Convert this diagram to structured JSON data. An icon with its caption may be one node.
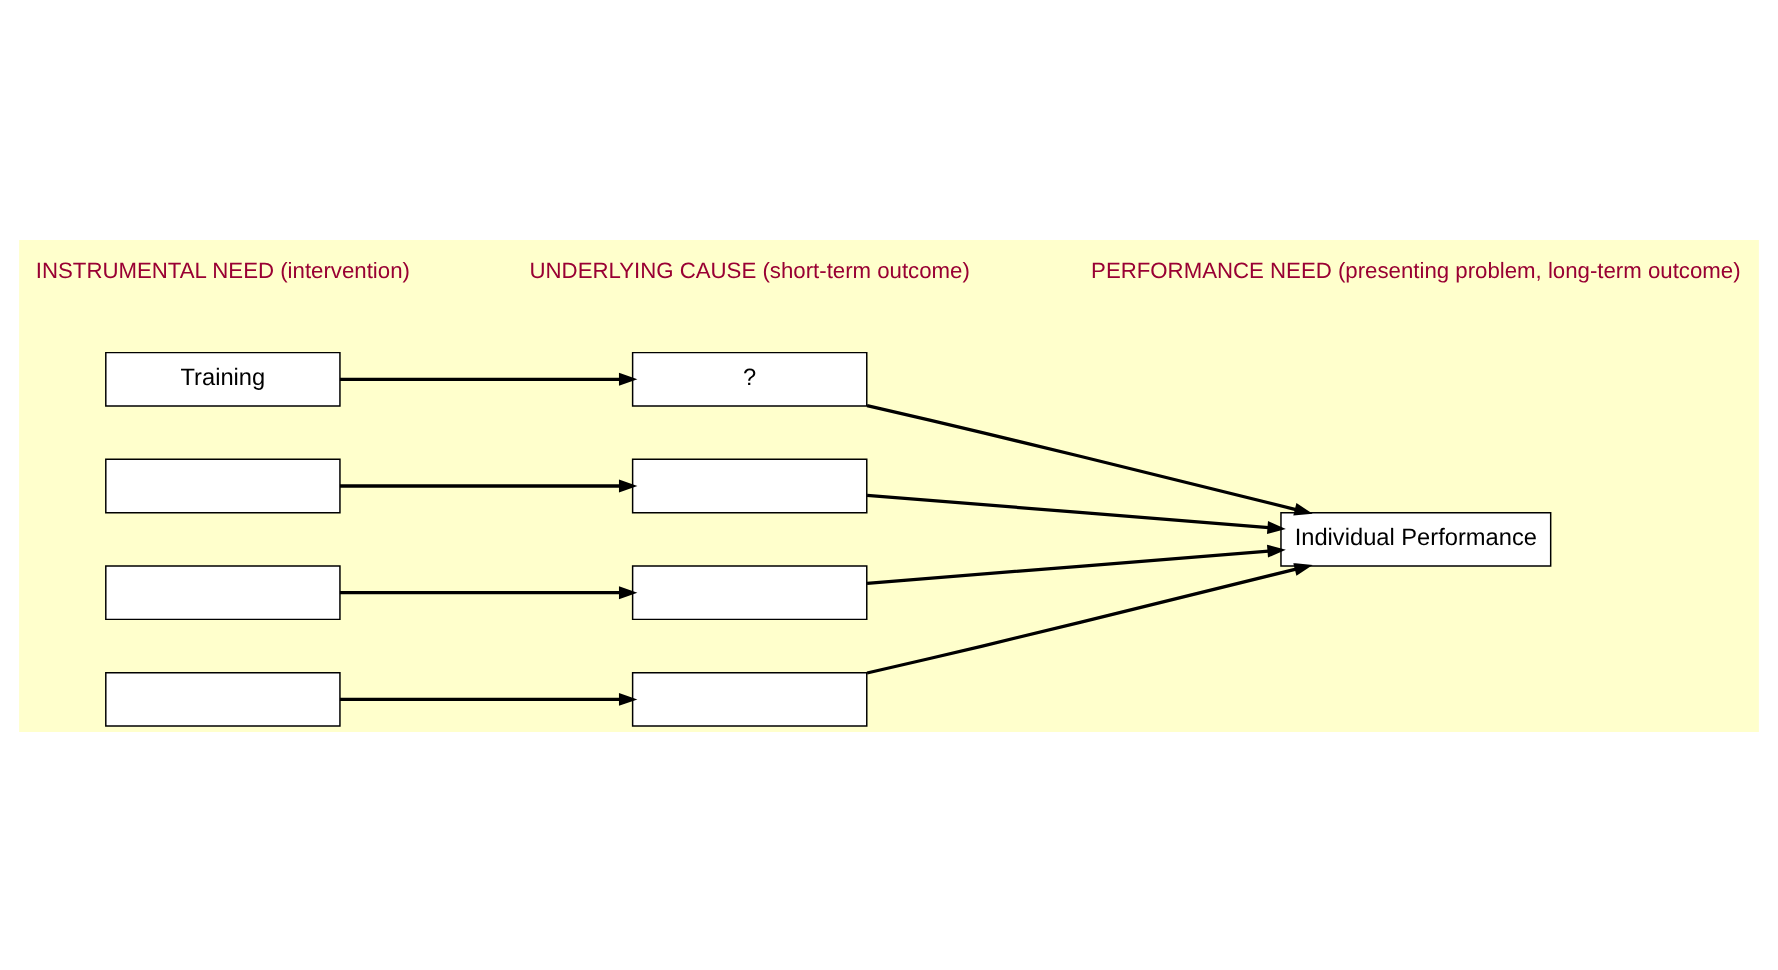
{
  "diagram": {
    "nodes": [
      {
        "text": [
          "Training"
        ]
      },
      {
        "text": [
          "?"
        ]
      },
      {
        "text": [],
        "shape": "box"
      },
      {
        "text": [],
        "shape": "box"
      },
      {
        "text": [],
        "shape": "box"
      },
      {
        "text": [],
        "shape": "box"
      },
      {
        "text": [],
        "shape": "box"
      },
      {
        "text": [],
        "shape": "box"
      },
      {
        "text": [
          "Individual Performance"
        ]
      }
    ],
    "edges": [
      {
        "from": 0,
        "to": 1,
        "arrow": "to"
      },
      {
        "from": 1,
        "to": 8,
        "arrow": "to"
      },
      {
        "from": 2,
        "to": 3,
        "arrow": "to"
      },
      {
        "from": 3,
        "to": 8,
        "arrow": "to"
      },
      {
        "from": 4,
        "to": 5,
        "arrow": "to"
      },
      {
        "from": 5,
        "to": 8,
        "arrow": "to"
      },
      {
        "from": 6,
        "to": 7,
        "arrow": "to"
      },
      {
        "from": 7,
        "to": 8,
        "arrow": "to"
      }
    ],
    "labels": [
      "INSTRUMENTAL NEED (intervention)",
      "UNDERLYING CAUSE (short-term outcome)",
      "PERFORMANCE NEED (presenting problem, long-term outcome)"
    ]
  }
}
